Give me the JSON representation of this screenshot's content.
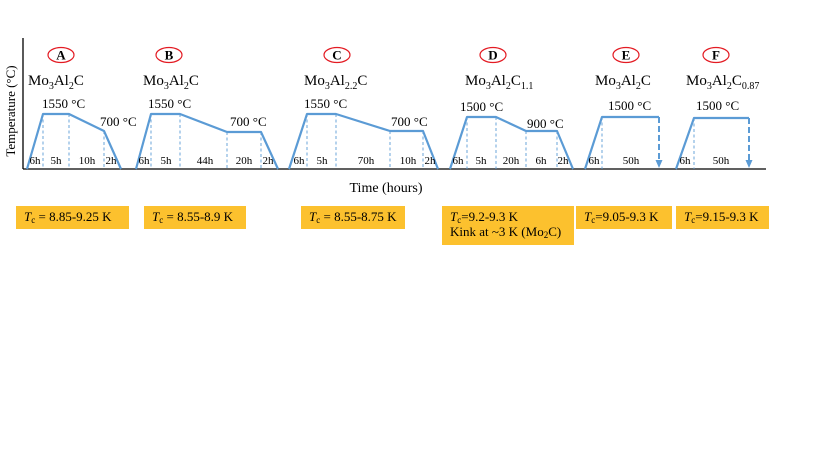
{
  "axes": {
    "ylabel": "Temperature (°C)",
    "xlabel": "Time (hours)"
  },
  "colors": {
    "profile": "#5b9bd5",
    "label_ring": "#e31b23",
    "result_box": "#fcc12e",
    "axis": "#000000"
  },
  "samples": [
    {
      "id": "A",
      "formula": {
        "base": "Mo",
        "s1": "3",
        "mid": "Al",
        "s2": "2",
        "end": "C",
        "s3": ""
      },
      "temps": [
        "1550 °C",
        "700 °C"
      ],
      "durations": [
        "6h",
        "5h",
        "10h",
        "2h"
      ],
      "tc_symbol": "T",
      "tc_sub": "c",
      "tc_value": " = 8.85-9.25 K",
      "note": ""
    },
    {
      "id": "B",
      "formula": {
        "base": "Mo",
        "s1": "3",
        "mid": "Al",
        "s2": "2",
        "end": "C",
        "s3": ""
      },
      "temps": [
        "1550 °C",
        "700 °C"
      ],
      "durations": [
        "6h",
        "5h",
        "44h",
        "20h",
        "2h"
      ],
      "tc_symbol": "T",
      "tc_sub": "c",
      "tc_value": " = 8.55-8.9 K",
      "note": ""
    },
    {
      "id": "C",
      "formula": {
        "base": "Mo",
        "s1": "3",
        "mid": "Al",
        "s2": "2.2",
        "end": "C",
        "s3": ""
      },
      "temps": [
        "1550 °C",
        "700 °C"
      ],
      "durations": [
        "6h",
        "5h",
        "70h",
        "10h",
        "2h"
      ],
      "tc_symbol": "T",
      "tc_sub": "c",
      "tc_value": " = 8.55-8.75 K",
      "note": ""
    },
    {
      "id": "D",
      "formula": {
        "base": "Mo",
        "s1": "3",
        "mid": "Al",
        "s2": "2",
        "end": "C",
        "s3": "1.1"
      },
      "temps": [
        "1500 °C",
        "900 °C"
      ],
      "durations": [
        "6h",
        "5h",
        "20h",
        "6h",
        "2h"
      ],
      "tc_symbol": "T",
      "tc_sub": "c",
      "tc_value": "=9.2-9.3 K",
      "note": "Kink at ~3 K (Mo",
      "note_sub": "2",
      "note_end": "C)"
    },
    {
      "id": "E",
      "formula": {
        "base": "Mo",
        "s1": "3",
        "mid": "Al",
        "s2": "2",
        "end": "C",
        "s3": ""
      },
      "temps": [
        "1500 °C"
      ],
      "durations": [
        "6h",
        "50h"
      ],
      "tc_symbol": "T",
      "tc_sub": "c",
      "tc_value": "=9.05-9.3 K",
      "note": ""
    },
    {
      "id": "F",
      "formula": {
        "base": "Mo",
        "s1": "3",
        "mid": "Al",
        "s2": "2",
        "end": "C",
        "s3": "0.87"
      },
      "temps": [
        "1500 °C"
      ],
      "durations": [
        "6h",
        "50h"
      ],
      "tc_symbol": "T",
      "tc_sub": "c",
      "tc_value": "=9.15-9.3 K",
      "note": ""
    }
  ]
}
